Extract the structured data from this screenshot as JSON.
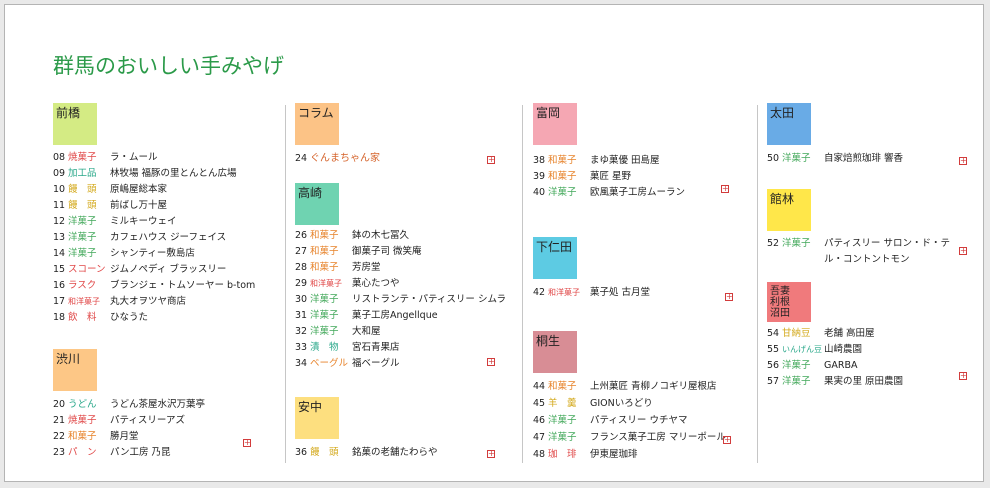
{
  "title": "群馬のおいしい手みやげ",
  "colors": {
    "title": "#2b9a49",
    "orange": "#e7832b",
    "red": "#e04848",
    "green": "#42a85a",
    "gold": "#d3a81a",
    "teal": "#2aa88a",
    "link": "#d5642c",
    "plus": "#d23c3c"
  },
  "areas": {
    "maebashi": {
      "name": "前橋",
      "items": [
        {
          "num": "08",
          "cat": "焼菓子",
          "name": "ラ・ムール"
        },
        {
          "num": "09",
          "cat": "加工品",
          "name": "林牧場 福豚の里とんとん広場"
        },
        {
          "num": "10",
          "cat": "饅　頭",
          "name": "原嶋屋総本家"
        },
        {
          "num": "11",
          "cat": "饅　頭",
          "name": "前ばし万十屋"
        },
        {
          "num": "12",
          "cat": "洋菓子",
          "name": "ミルキーウェイ"
        },
        {
          "num": "13",
          "cat": "洋菓子",
          "name": "カフェハウス ジーフェイス"
        },
        {
          "num": "14",
          "cat": "洋菓子",
          "name": "シャンティー敷島店"
        },
        {
          "num": "15",
          "cat": "スコーン",
          "name": "ジムノペディ ブラッスリー"
        },
        {
          "num": "16",
          "cat": "ラスク",
          "name": "ブランジェ・トムソーヤー b-tom"
        },
        {
          "num": "17",
          "cat": "和洋菓子",
          "name": "丸大オヲツヤ商店"
        },
        {
          "num": "18",
          "cat": "飲　料",
          "name": "ひなうた"
        }
      ]
    },
    "shibukawa": {
      "name": "渋川",
      "items": [
        {
          "num": "20",
          "cat": "うどん",
          "name": "うどん茶屋水沢万葉亭"
        },
        {
          "num": "21",
          "cat": "焼菓子",
          "name": "パティスリーアズ"
        },
        {
          "num": "22",
          "cat": "和菓子",
          "name": "勝月堂"
        },
        {
          "num": "23",
          "cat": "パ　ン",
          "name": "パン工房 乃昆"
        }
      ]
    },
    "column": {
      "name": "コラム",
      "items": [
        {
          "num": "24",
          "name": "ぐんまちゃん家"
        }
      ]
    },
    "takasaki": {
      "name": "高崎",
      "items": [
        {
          "num": "26",
          "cat": "和菓子",
          "name": "鉢の木七冨久"
        },
        {
          "num": "27",
          "cat": "和菓子",
          "name": "御菓子司 微笑庵"
        },
        {
          "num": "28",
          "cat": "和菓子",
          "name": "芳房堂"
        },
        {
          "num": "29",
          "cat": "和洋菓子",
          "name": "菓心たつや"
        },
        {
          "num": "30",
          "cat": "洋菓子",
          "name": "リストランテ・パティスリー シムラ"
        },
        {
          "num": "31",
          "cat": "洋菓子",
          "name": "菓子工房Angellque"
        },
        {
          "num": "32",
          "cat": "洋菓子",
          "name": "大和屋"
        },
        {
          "num": "33",
          "cat": "漬　物",
          "name": "宮石青果店"
        },
        {
          "num": "34",
          "cat": "ベーグル",
          "name": "福ベーグル"
        }
      ]
    },
    "annaka": {
      "name": "安中",
      "items": [
        {
          "num": "36",
          "cat": "饅　頭",
          "name": "銘菓の老舗たわらや"
        }
      ]
    },
    "tomioka": {
      "name": "富岡",
      "items": [
        {
          "num": "38",
          "cat": "和菓子",
          "name": "まゆ菓優 田島屋"
        },
        {
          "num": "39",
          "cat": "和菓子",
          "name": "菓匠 星野"
        },
        {
          "num": "40",
          "cat": "洋菓子",
          "name": "欧風菓子工房ムーラン"
        }
      ]
    },
    "shimonita": {
      "name": "下仁田",
      "items": [
        {
          "num": "42",
          "cat": "和洋菓子",
          "name": "菓子処 古月堂"
        }
      ]
    },
    "kiryu": {
      "name": "桐生",
      "items": [
        {
          "num": "44",
          "cat": "和菓子",
          "name": "上州菓匠 青柳ノコギリ屋根店"
        },
        {
          "num": "45",
          "cat": "羊　羹",
          "name": "GIONいろどり"
        },
        {
          "num": "46",
          "cat": "洋菓子",
          "name": "パティスリー ウチヤマ"
        },
        {
          "num": "47",
          "cat": "洋菓子",
          "name": "フランス菓子工房 マリーポール"
        },
        {
          "num": "48",
          "cat": "珈　琲",
          "name": "伊東屋珈琲"
        }
      ]
    },
    "ota": {
      "name": "太田",
      "items": [
        {
          "num": "50",
          "cat": "洋菓子",
          "name": "自家焙煎珈琲 響香"
        }
      ]
    },
    "tatebayashi": {
      "name": "館林",
      "items": [
        {
          "num": "52",
          "cat": "洋菓子",
          "name": "パティスリー サロン・ド・テ",
          "name2": "ル・コントントモン"
        }
      ]
    },
    "agatsuma": {
      "name": "吾妻利根沼田",
      "items": [
        {
          "num": "54",
          "cat": "甘納豆",
          "name": "老舗 高田屋"
        },
        {
          "num": "55",
          "cat": "いんげん豆",
          "name": "山崎農園"
        },
        {
          "num": "56",
          "cat": "洋菓子",
          "name": "GARBA"
        },
        {
          "num": "57",
          "cat": "洋菓子",
          "name": "果実の里 原田農園"
        }
      ]
    }
  },
  "plus_symbol": "+"
}
